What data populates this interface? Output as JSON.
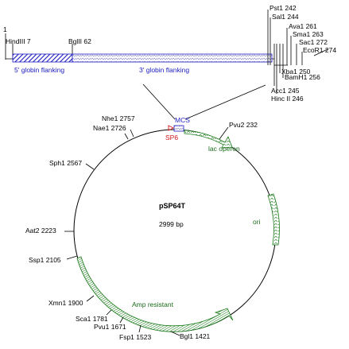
{
  "plasmid": {
    "name": "pSP64T",
    "size_label": "2999 bp"
  },
  "insert_map": {
    "start_tick": "1",
    "left_sites": [
      {
        "label": "HindIII 7"
      },
      {
        "label": "BglII 62"
      }
    ],
    "right_sites": [
      {
        "label": "Pst1 242"
      },
      {
        "label": "Sal1 244"
      },
      {
        "label": "Ava1 261"
      },
      {
        "label": "Sma1 263"
      },
      {
        "label": "Sac1 272"
      },
      {
        "label": "EcoR1 274"
      },
      {
        "label": "Xba1 250"
      },
      {
        "label": "BamH1 256"
      },
      {
        "label": "Acc1 245"
      },
      {
        "label": "Hinc II 246"
      }
    ],
    "regions": [
      {
        "label": "5' globin flanking"
      },
      {
        "label": "3' globin flanking"
      }
    ]
  },
  "features": {
    "mcs": "MCS",
    "sp6": "SP6",
    "lac_operon": "lac operon",
    "ori": "ori",
    "amp": "Amp resistant"
  },
  "circle_sites": [
    {
      "label": "Pvu2 232"
    },
    {
      "label": "Nhe1 2757"
    },
    {
      "label": "Nae1 2726"
    },
    {
      "label": "Sph1 2567"
    },
    {
      "label": "Aat2 2223"
    },
    {
      "label": "Ssp1 2105"
    },
    {
      "label": "Xmn1 1900"
    },
    {
      "label": "Sca1 1781"
    },
    {
      "label": "Pvu1 1671"
    },
    {
      "label": "Fsp1 1523"
    },
    {
      "label": "Bgl1 1421"
    }
  ],
  "colors": {
    "blue_hatch": "#1c1cc0",
    "green_hatch": "#1a7a1a",
    "label_blue": "#1c1cc0",
    "label_green": "#1a6b1a",
    "label_red": "#d01818"
  }
}
